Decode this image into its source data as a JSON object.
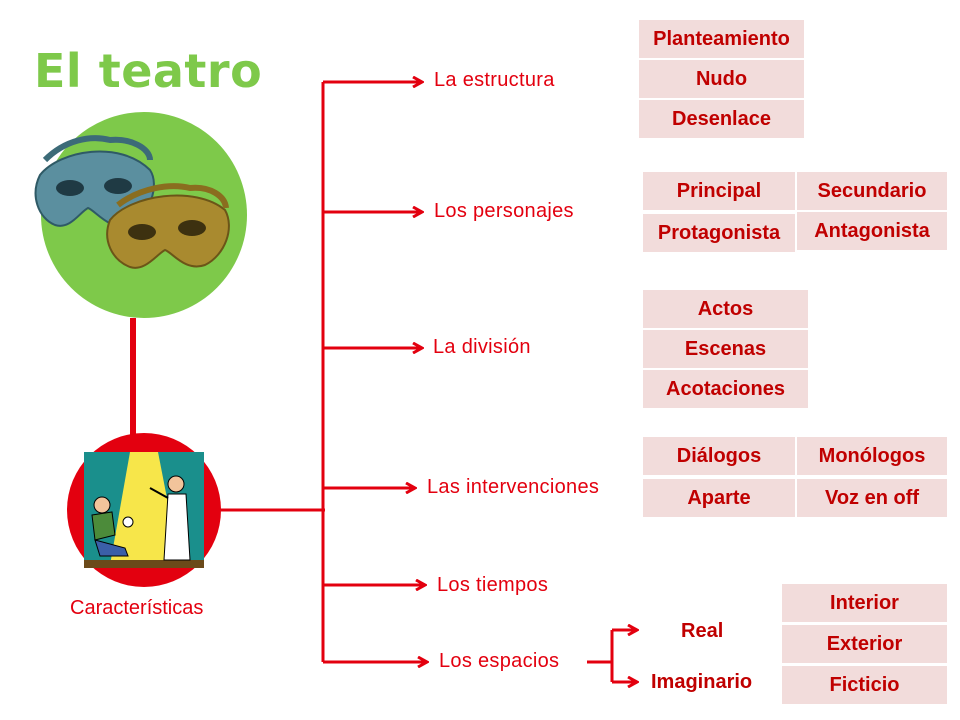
{
  "title": "El teatro",
  "caption": "Características",
  "colors": {
    "title": "#7ec94a",
    "line": "#e3000f",
    "box_bg": "#f2dcdb",
    "box_text": "#c00000",
    "circle_green": "#7ec94a",
    "circle_red": "#e3000f"
  },
  "branches": {
    "estructura": {
      "label": "La estructura",
      "items": [
        "Planteamiento",
        "Nudo",
        "Desenlace"
      ]
    },
    "personajes": {
      "label": "Los personajes",
      "items": [
        "Principal",
        "Secundario",
        "Protagonista",
        "Antagonista"
      ]
    },
    "division": {
      "label": "La división",
      "items": [
        "Actos",
        "Escenas",
        "Acotaciones"
      ]
    },
    "intervenciones": {
      "label": "Las intervenciones",
      "items": [
        "Diálogos",
        "Monólogos",
        "Aparte",
        "Voz en off"
      ]
    },
    "tiempos": {
      "label": "Los tiempos"
    },
    "espacios": {
      "label": "Los espacios",
      "sub": [
        "Real",
        "Imaginario"
      ],
      "items": [
        "Interior",
        "Exterior",
        "Ficticio"
      ]
    }
  },
  "icons": {
    "masks": "theater-masks-icon",
    "stage": "theater-stage-icon"
  }
}
